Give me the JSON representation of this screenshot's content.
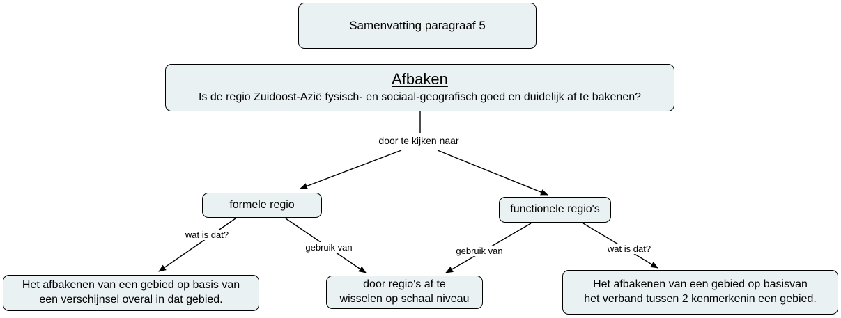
{
  "diagram": {
    "title_box": {
      "label": "Samenvatting paragraaf 5"
    },
    "root": {
      "title": "Afbaken",
      "question": "Is de regio Zuidoost-Azië fysisch- en sociaal-geografisch goed en duidelijk af te bakenen?"
    },
    "edge_labels": {
      "door": "door te kijken naar",
      "wat_left": "wat is dat?",
      "gebruik_left": "gebruik van",
      "gebruik_right": "gebruik van",
      "wat_right": "wat is dat?"
    },
    "nodes": {
      "formele": "formele regio",
      "functionele": "functionele regio's",
      "def_left": "Het afbakenen van een gebied op basis van\neen verschijnsel overal in dat gebied.",
      "schaal": "door regio's af te\nwisselen op schaal niveau",
      "def_right": "Het afbakenen van een gebied op basisvan\nhet verband tussen 2 kenmerkenin een gebied."
    },
    "colors": {
      "node_fill": "#eaf1f2",
      "node_border": "#000000",
      "line": "#000000"
    }
  }
}
